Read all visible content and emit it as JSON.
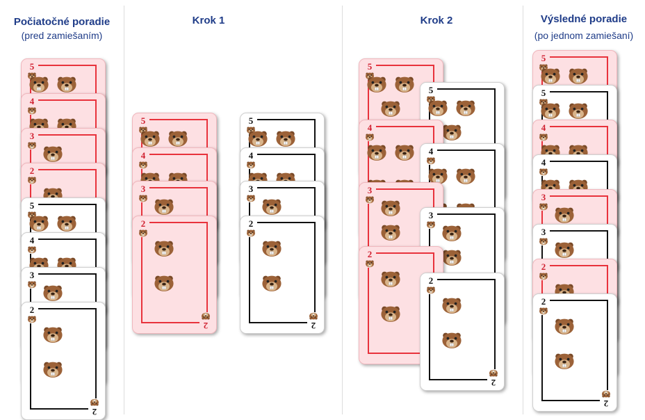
{
  "columns": [
    {
      "title": "Počiatočné poradie",
      "subtitle": "(pred zamiešaním)"
    },
    {
      "title": "Krok 1",
      "subtitle": ""
    },
    {
      "title": "Krok 2",
      "subtitle": ""
    },
    {
      "title": "Výsledné poradie",
      "subtitle": "(po jednom zamiešaní)"
    }
  ],
  "colors": {
    "title": "#1f3c88",
    "red_card_bg": "#fde0e3",
    "red_frame": "#e8323c",
    "black_frame": "#111111"
  },
  "icon": "beaver-face-icon",
  "stacks": {
    "initial": [
      {
        "rank": "5",
        "suit": "red"
      },
      {
        "rank": "4",
        "suit": "red"
      },
      {
        "rank": "3",
        "suit": "red"
      },
      {
        "rank": "2",
        "suit": "red"
      },
      {
        "rank": "5",
        "suit": "black"
      },
      {
        "rank": "4",
        "suit": "black"
      },
      {
        "rank": "3",
        "suit": "black"
      },
      {
        "rank": "2",
        "suit": "black"
      }
    ],
    "step1_red": [
      {
        "rank": "5",
        "suit": "red"
      },
      {
        "rank": "4",
        "suit": "red"
      },
      {
        "rank": "3",
        "suit": "red"
      },
      {
        "rank": "2",
        "suit": "red"
      }
    ],
    "step1_black": [
      {
        "rank": "5",
        "suit": "black"
      },
      {
        "rank": "4",
        "suit": "black"
      },
      {
        "rank": "3",
        "suit": "black"
      },
      {
        "rank": "2",
        "suit": "black"
      }
    ],
    "step2": [
      {
        "rank": "5",
        "suit": "red"
      },
      {
        "rank": "5",
        "suit": "black"
      },
      {
        "rank": "4",
        "suit": "red"
      },
      {
        "rank": "4",
        "suit": "black"
      },
      {
        "rank": "3",
        "suit": "red"
      },
      {
        "rank": "3",
        "suit": "black"
      },
      {
        "rank": "2",
        "suit": "red"
      },
      {
        "rank": "2",
        "suit": "black"
      }
    ],
    "result": [
      {
        "rank": "5",
        "suit": "red"
      },
      {
        "rank": "5",
        "suit": "black"
      },
      {
        "rank": "4",
        "suit": "red"
      },
      {
        "rank": "4",
        "suit": "black"
      },
      {
        "rank": "3",
        "suit": "red"
      },
      {
        "rank": "3",
        "suit": "black"
      },
      {
        "rank": "2",
        "suit": "red"
      },
      {
        "rank": "2",
        "suit": "black"
      }
    ]
  }
}
